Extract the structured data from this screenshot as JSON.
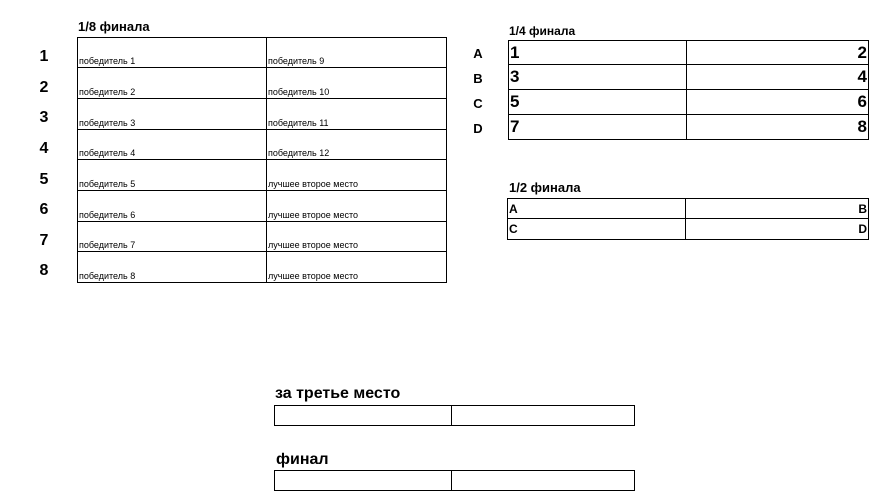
{
  "round_of_16": {
    "title": "1/8 финала",
    "rows": [
      {
        "num": "1",
        "left": "победитель 1",
        "right": "победитель 9"
      },
      {
        "num": "2",
        "left": "победитель 2",
        "right": "победитель 10"
      },
      {
        "num": "3",
        "left": "победитель 3",
        "right": "победитель 11"
      },
      {
        "num": "4",
        "left": "победитель 4",
        "right": "победитель 12"
      },
      {
        "num": "5",
        "left": "победитель 5",
        "right": "лучшее второе место"
      },
      {
        "num": "6",
        "left": "победитель 6",
        "right": "лучшее второе место"
      },
      {
        "num": "7",
        "left": "победитель 7",
        "right": "лучшее второе место"
      },
      {
        "num": "8",
        "left": "победитель 8",
        "right": "лучшее второе место"
      }
    ]
  },
  "quarter_finals": {
    "title": "1/4 финала",
    "rows": [
      {
        "letter": "A",
        "left": "1",
        "right": "2"
      },
      {
        "letter": "B",
        "left": "3",
        "right": "4"
      },
      {
        "letter": "C",
        "left": "5",
        "right": "6"
      },
      {
        "letter": "D",
        "left": "7",
        "right": "8"
      }
    ]
  },
  "semi_finals": {
    "title": "1/2 финала",
    "rows": [
      {
        "left": "A",
        "right": "B"
      },
      {
        "left": "C",
        "right": "D"
      }
    ]
  },
  "third_place": {
    "title": "за третье место"
  },
  "final": {
    "title": "финал"
  }
}
